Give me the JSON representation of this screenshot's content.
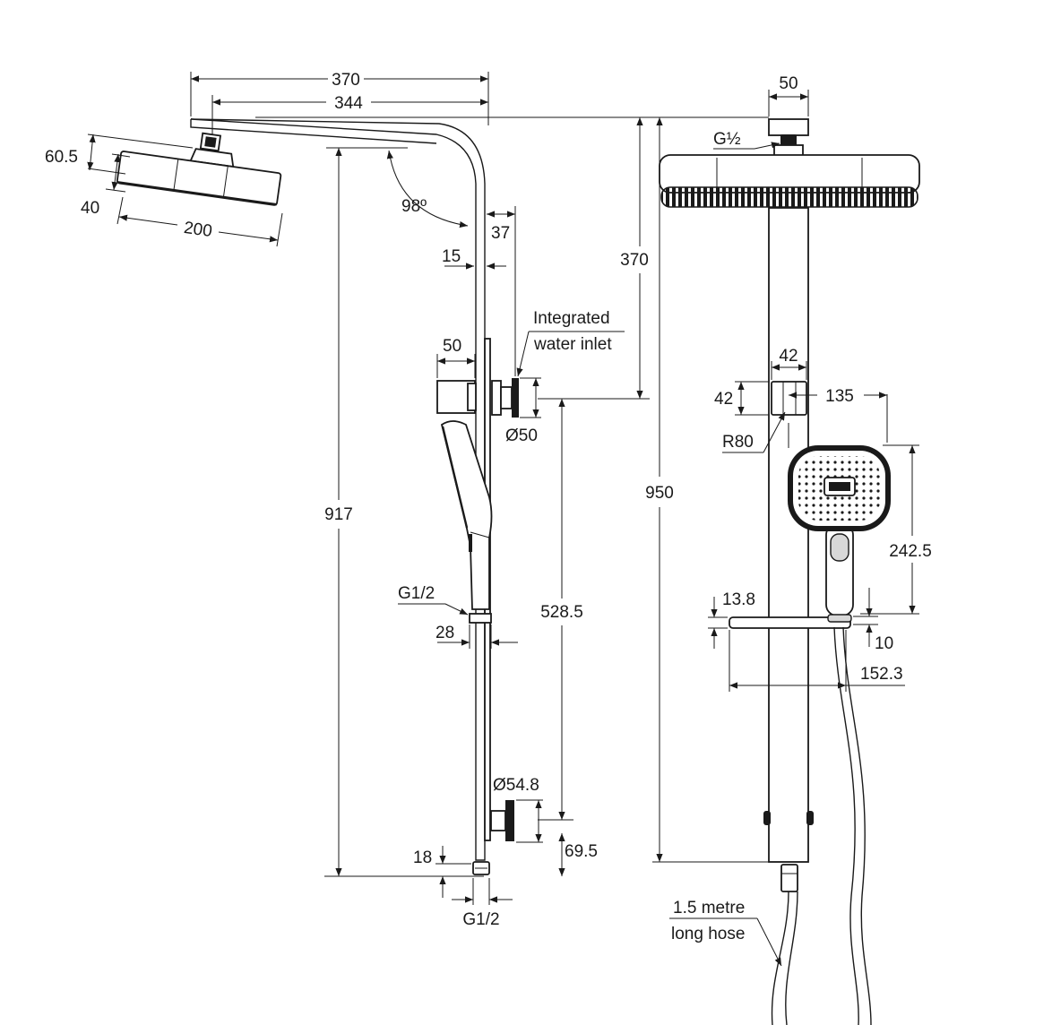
{
  "side_view": {
    "dims": {
      "arm_total": "370",
      "arm_inner": "344",
      "head_tilt_height": "60.5",
      "head_thickness": "40",
      "head_diameter": "200",
      "arm_angle": "98º",
      "bracket_offset": "37",
      "rail_offset": "15",
      "holder_width": "50",
      "inlet_dia": "Ø50",
      "total_height": "917",
      "inlet_to_bottom": "528.5",
      "handpiece_thread": "G1/2",
      "connector_width": "28",
      "bottom_bracket_dia": "Ø54.8",
      "bottom_bracket_height": "69.5",
      "bottom_stub": "18",
      "bottom_thread": "G1/2"
    },
    "labels": {
      "inlet_note_line1": "Integrated",
      "inlet_note_line2": "water inlet"
    }
  },
  "front_view": {
    "dims": {
      "arm_width": "50",
      "head_thread": "G½",
      "head_drop": "370",
      "total_height": "950",
      "holder_width": "42",
      "holder_height": "42",
      "holder_radius": "R80",
      "handpiece_width": "135",
      "handpiece_height": "242.5",
      "shelf_thickness": "13.8",
      "shelf_gap": "10",
      "shelf_depth": "152.3"
    },
    "labels": {
      "hose_line1": "1.5 metre",
      "hose_line2": "long hose"
    }
  }
}
